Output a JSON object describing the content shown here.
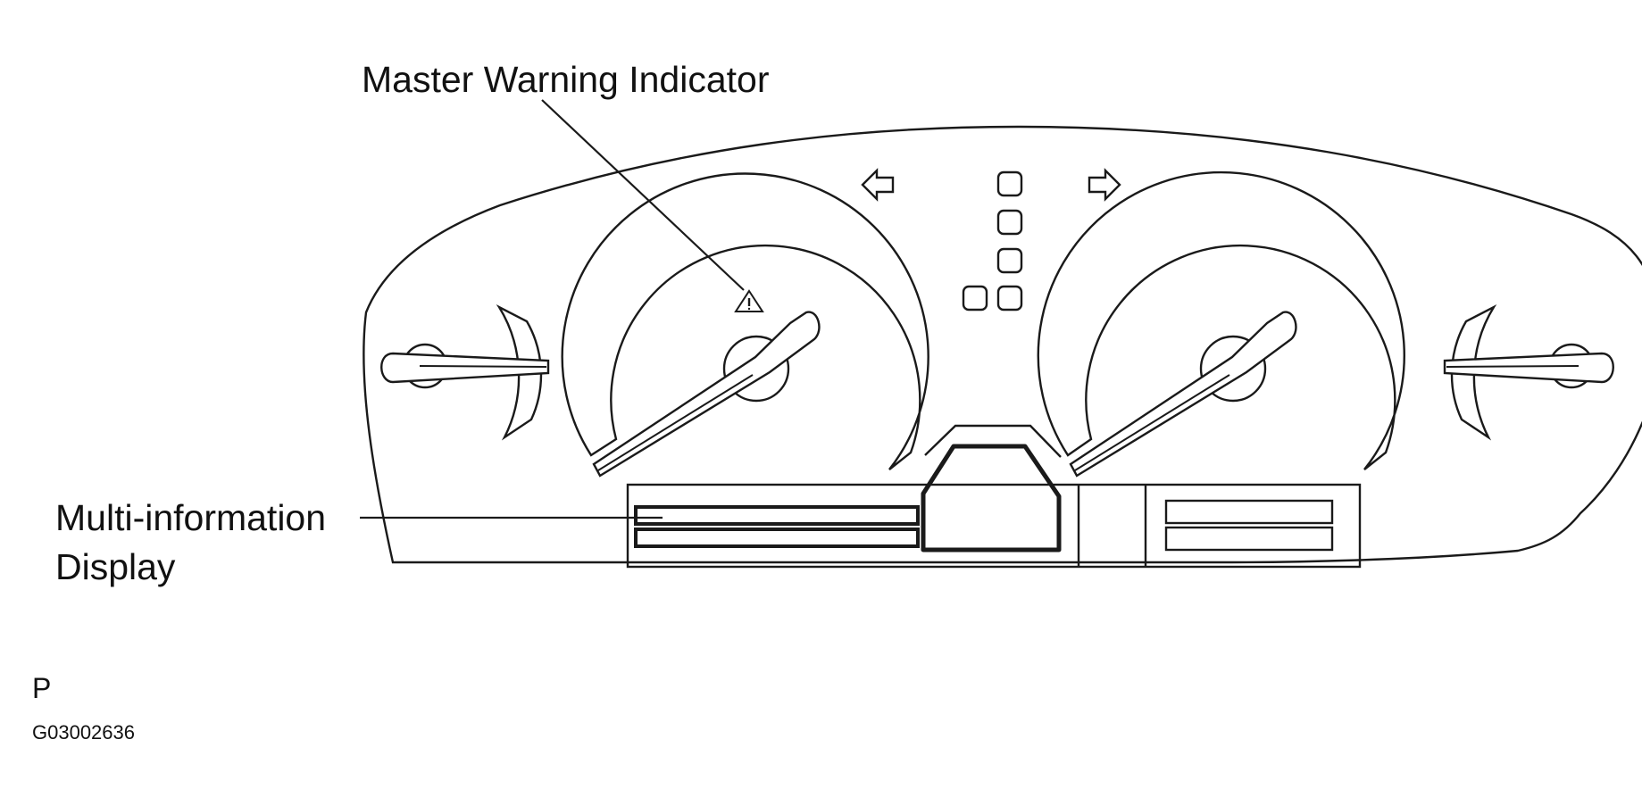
{
  "labels": {
    "master_warning": "Master Warning Indicator",
    "multi_info_line1": "Multi-information",
    "multi_info_line2": "Display"
  },
  "footer": {
    "code": "P",
    "figure_id": "G03002636"
  },
  "icons": {
    "warning": "warning-triangle-icon",
    "turn_left": "left-arrow-icon",
    "turn_right": "right-arrow-icon"
  }
}
